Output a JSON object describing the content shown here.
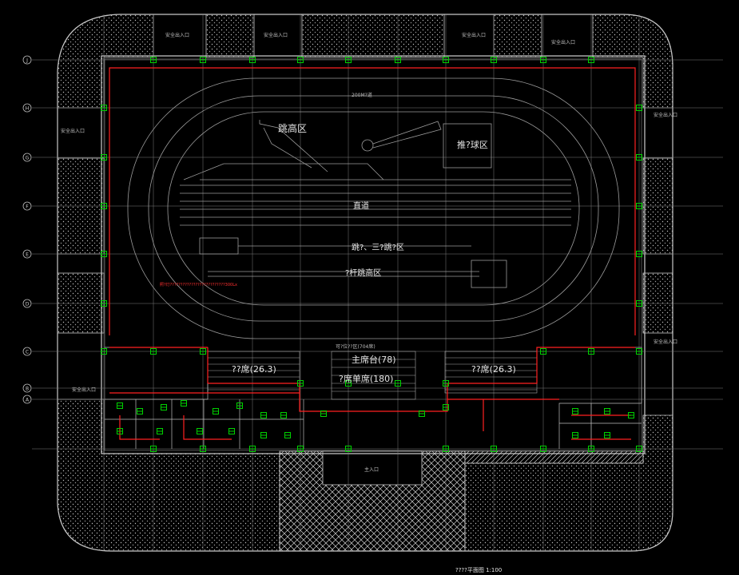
{
  "colors": {
    "background": "#000000",
    "outline": "#c8c8c8",
    "axis": "#9a9a9a",
    "cable_red": "#ff2020",
    "device_green": "#00d000",
    "text_white": "#e6e6e6"
  },
  "plan": {
    "zones": {
      "high_jump": "跳高区",
      "shot_put": "推?球区",
      "straight_track": "直道",
      "long_triple_jump": "跳?、三?跳?区",
      "pole_vault": "?杆跳高区",
      "track_200m": "200M?道"
    },
    "stands": {
      "west": "??席(26.3)",
      "east": "??席(26.3)",
      "main": "主席台(78)",
      "main_sub": "?席单席(180)",
      "caption": "可?位??区(704席)"
    },
    "entrances": {
      "main": "主入口",
      "safety_exit": "安全出入口"
    },
    "notes": {
      "red_note": "照?灯??????????????????????????300Lx"
    },
    "drawing_title": "????平面图 1:100",
    "axis_labels": [
      "J",
      "H",
      "G",
      "F",
      "E",
      "D",
      "C",
      "B",
      "A"
    ]
  }
}
